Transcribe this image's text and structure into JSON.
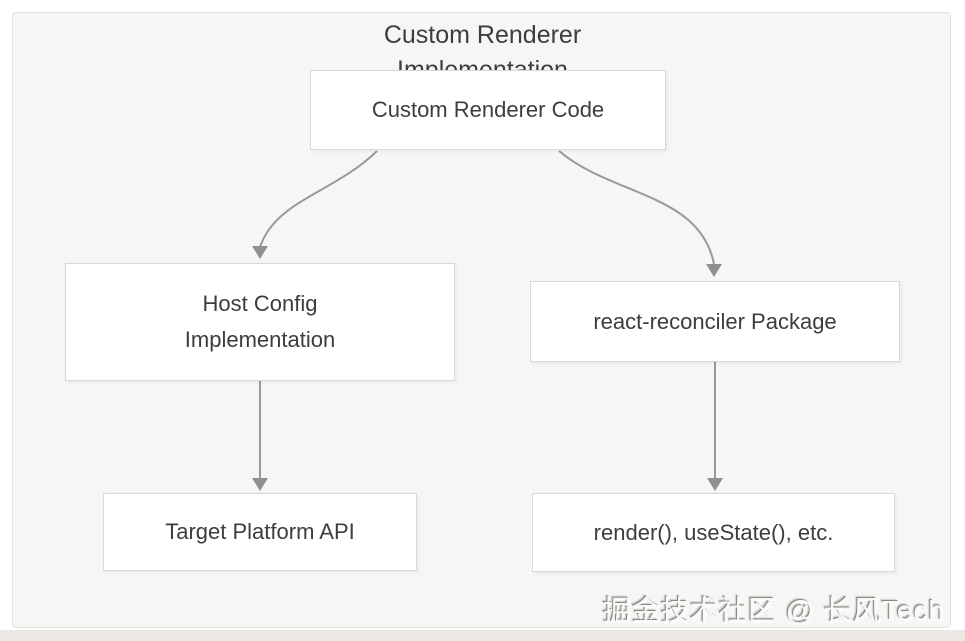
{
  "diagram": {
    "title_line1": "Custom Renderer",
    "title_line2": "Implementation",
    "nodes": {
      "custom_renderer_code": {
        "label": "Custom Renderer Code"
      },
      "host_config": {
        "label_line1": "Host Config",
        "label_line2": "Implementation"
      },
      "react_reconciler": {
        "label": "react-reconciler Package"
      },
      "target_platform": {
        "label": "Target Platform API"
      },
      "render_methods": {
        "label": "render(), useState(), etc."
      }
    },
    "edges": [
      {
        "from": "custom_renderer_code",
        "to": "host_config"
      },
      {
        "from": "custom_renderer_code",
        "to": "react_reconciler"
      },
      {
        "from": "host_config",
        "to": "target_platform"
      },
      {
        "from": "react_reconciler",
        "to": "render_methods"
      }
    ],
    "watermark": "掘金技术社区 @ 长风Tech",
    "colors": {
      "panel_bg": "#f7f6f5",
      "node_bg": "#ffffff",
      "node_border": "#d9d8d6",
      "arrow": "#9a9996",
      "text": "#3d3d3d"
    }
  }
}
